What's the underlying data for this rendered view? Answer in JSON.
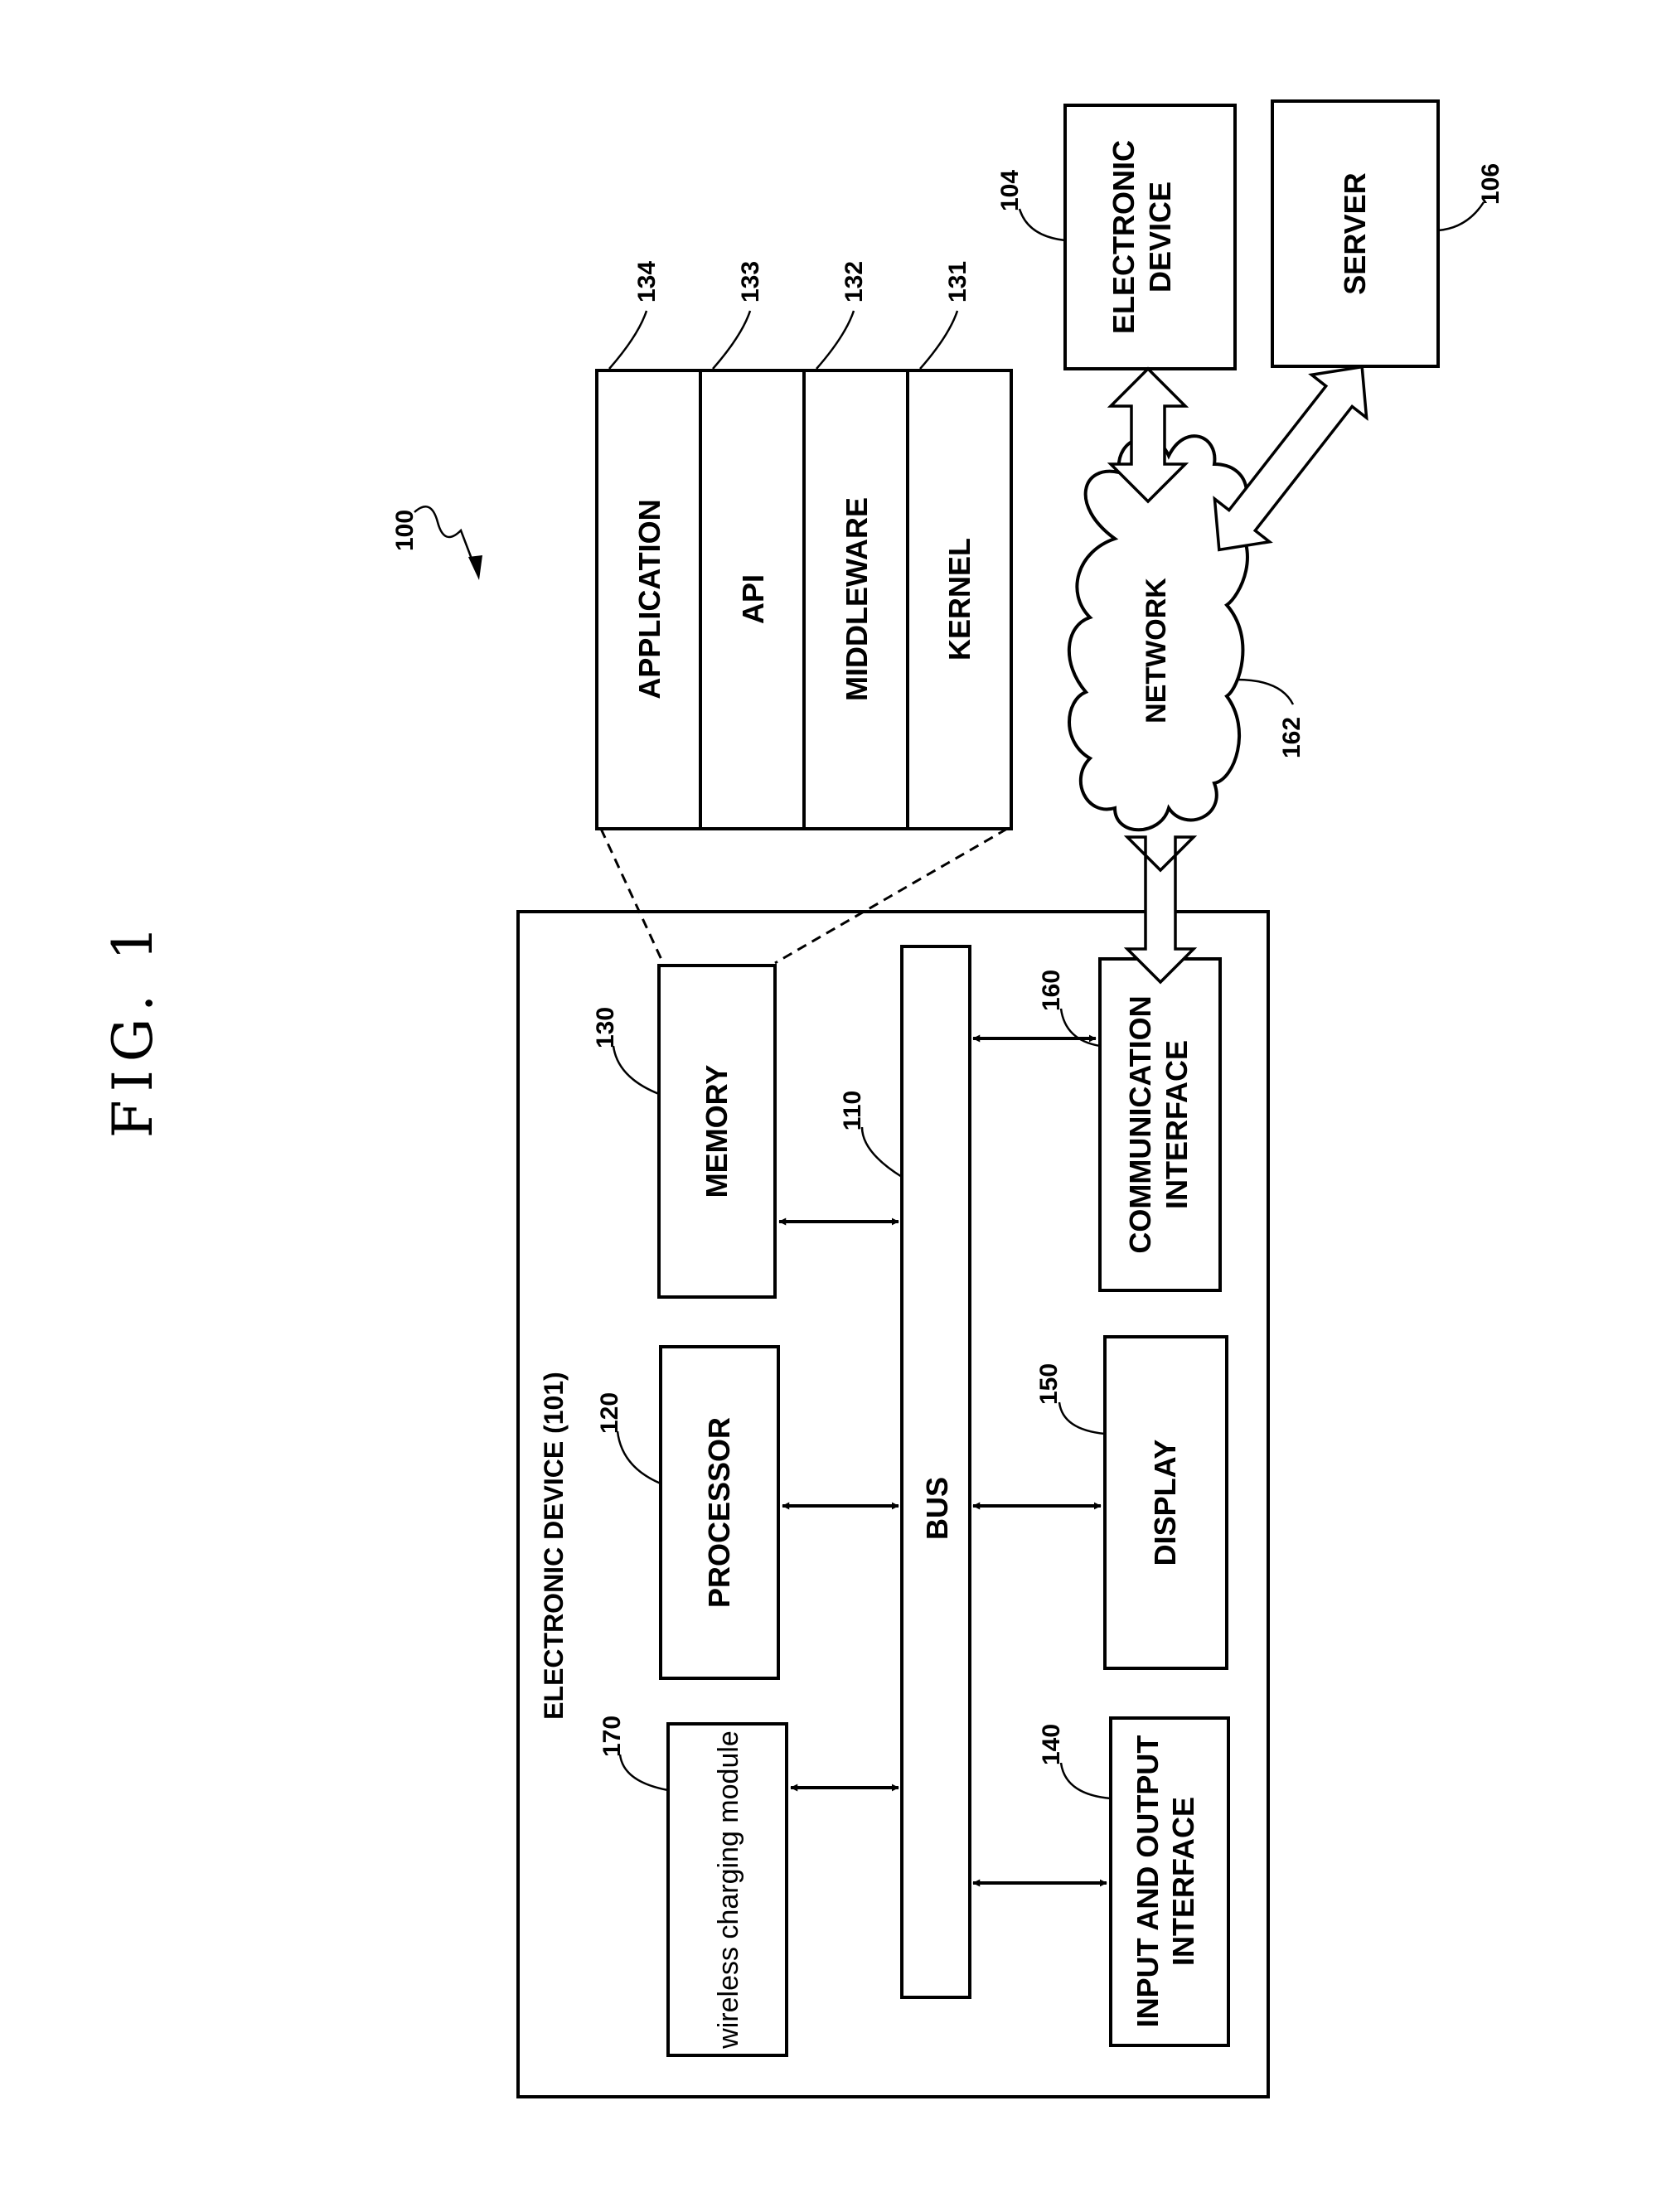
{
  "figure": {
    "title": "FIG. 1",
    "ref_system": "100"
  },
  "electronic_device": {
    "label": "ELECTRONIC DEVICE (101)",
    "bus": {
      "label": "BUS",
      "ref": "110"
    },
    "processor": {
      "label": "PROCESSOR",
      "ref": "120"
    },
    "memory": {
      "label": "MEMORY",
      "ref": "130"
    },
    "io_interface": {
      "line1": "INPUT AND OUTPUT",
      "line2": "INTERFACE",
      "ref": "140"
    },
    "display": {
      "label": "DISPLAY",
      "ref": "150"
    },
    "communication_interface": {
      "line1": "COMMUNICATION",
      "line2": "INTERFACE",
      "ref": "160"
    },
    "wireless_charging": {
      "label": "wireless charging module",
      "ref": "170"
    }
  },
  "software_stack": {
    "application": {
      "label": "APPLICATION",
      "ref": "134"
    },
    "api": {
      "label": "API",
      "ref": "133"
    },
    "middleware": {
      "label": "MIDDLEWARE",
      "ref": "132"
    },
    "kernel": {
      "label": "KERNEL",
      "ref": "131"
    }
  },
  "network": {
    "label": "NETWORK",
    "ref": "162"
  },
  "external_device": {
    "line1": "ELECTRONIC",
    "line2": "DEVICE",
    "ref": "104"
  },
  "server": {
    "label": "SERVER",
    "ref": "106"
  }
}
